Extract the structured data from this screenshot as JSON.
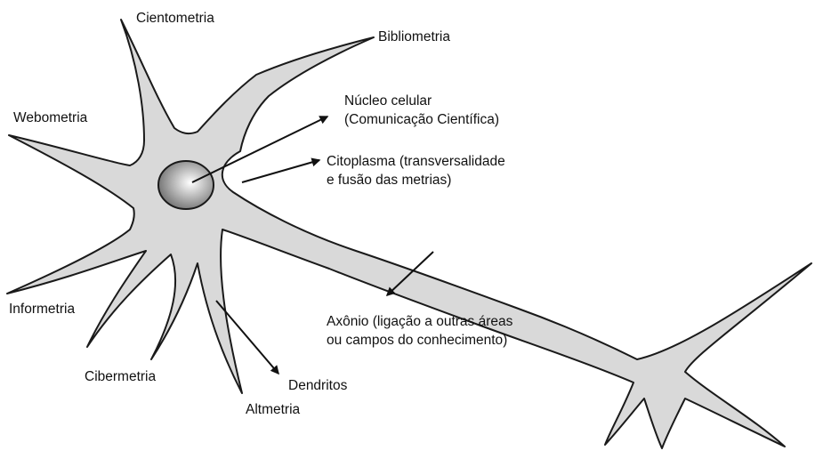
{
  "colors": {
    "cell_fill": "#d9d9d9",
    "outline": "#1a1a1a",
    "nucleus_highlight": "#ffffff",
    "nucleus_shadow": "#6e6e6e",
    "arrow": "#111111",
    "text": "#111111"
  },
  "labels": {
    "cientometria": "Cientometria",
    "bibliometria": "Bibliometria",
    "webometria": "Webometria",
    "informetria": "Informetria",
    "cibermetria": "Cibermetria",
    "altmetria": "Altmetria",
    "dendritos": "Dendritos"
  },
  "annotations": {
    "nucleo": {
      "line1": "Núcleo celular",
      "line2": "(Comunicação Científica)"
    },
    "citoplasma": {
      "line1": "Citoplasma (transversalidade",
      "line2": "e fusão das metrias)"
    },
    "axonio": {
      "line1": "Axônio (ligação a outras áreas",
      "line2": "ou campos do conhecimento)"
    }
  }
}
